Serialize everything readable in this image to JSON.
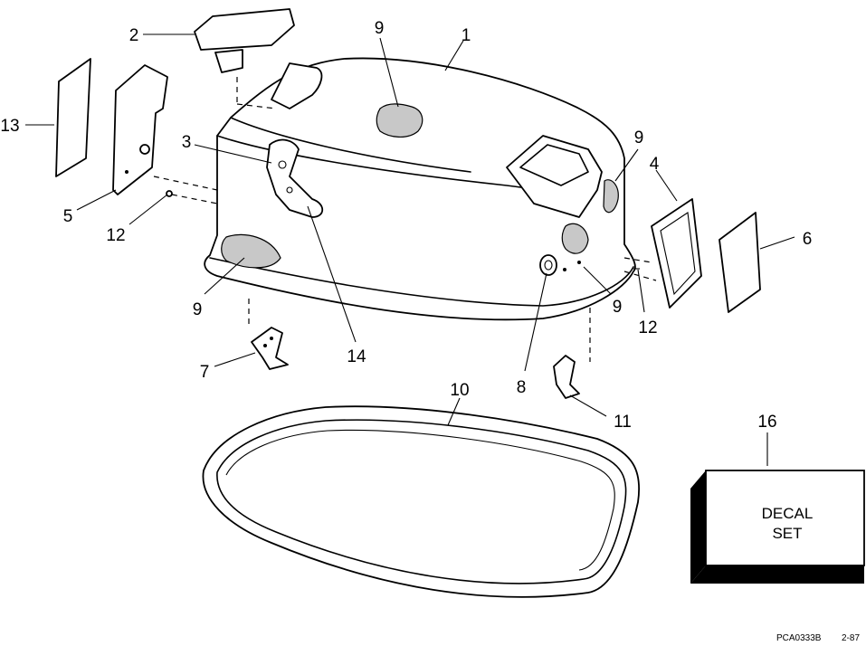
{
  "callouts": {
    "c1": "1",
    "c2": "2",
    "c3": "3",
    "c4": "4",
    "c5": "5",
    "c6": "6",
    "c7": "7",
    "c8": "8",
    "c9a": "9",
    "c9b": "9",
    "c9c": "9",
    "c9d": "9",
    "c10": "10",
    "c11": "11",
    "c12a": "12",
    "c12b": "12",
    "c13": "13",
    "c14": "14",
    "c16": "16"
  },
  "decal_box": {
    "line1": "DECAL",
    "line2": "SET"
  },
  "footer": {
    "code": "PCA0333B",
    "date": "2-87"
  }
}
